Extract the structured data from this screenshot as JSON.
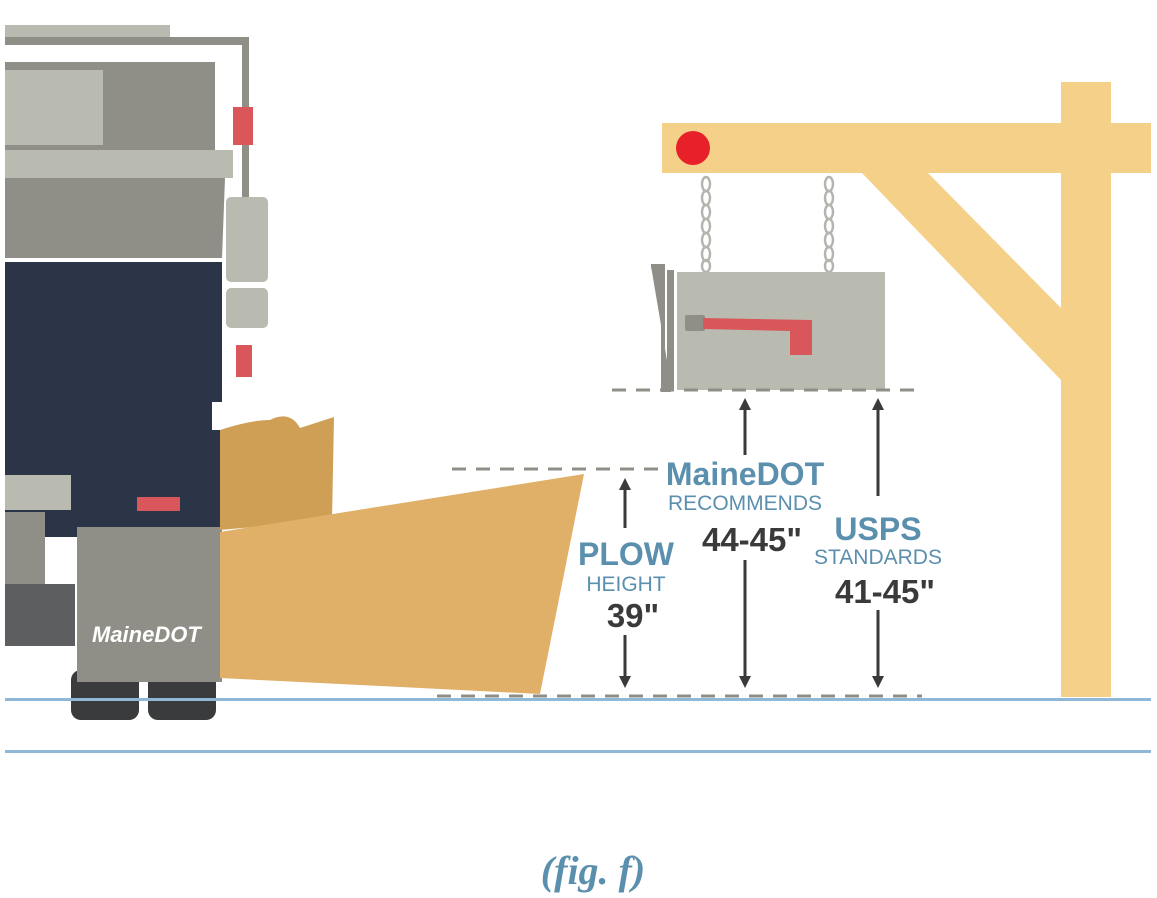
{
  "truck": {
    "logo_text": "MaineDOT"
  },
  "labels": {
    "plow": {
      "title": "PLOW",
      "subtitle": "HEIGHT",
      "value": "39\""
    },
    "mainedot": {
      "title": "MaineDOT",
      "subtitle": "RECOMMENDS",
      "value": "44-45\""
    },
    "usps": {
      "title": "USPS",
      "subtitle": "STANDARDS",
      "value": "41-45\""
    }
  },
  "caption": "(fig. f)",
  "colors": {
    "post": "#f5d089",
    "plow_blade": "#e0b068",
    "truck_navy": "#2c3547",
    "truck_gray": "#8f8f87",
    "mailbox": "#babbb0",
    "flag": "#d9575b",
    "reflector": "#e8202a",
    "ground_line": "#8fb7d8",
    "label_blue": "#5b8fae"
  }
}
